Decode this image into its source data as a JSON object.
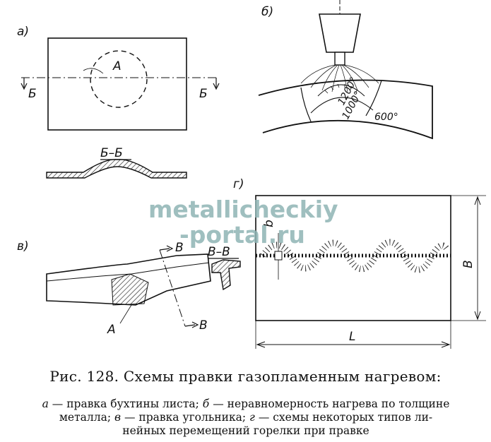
{
  "panels": {
    "a": {
      "label": "а)",
      "zone": "А",
      "cut_left": "Б",
      "cut_right": "Б",
      "section_title": "Б–Б"
    },
    "b": {
      "label": "б)",
      "temps": [
        "1200°",
        "1000°",
        "600°"
      ]
    },
    "v": {
      "label": "в)",
      "zone": "А",
      "cut_top": "В",
      "cut_bottom": "В",
      "section_title": "В–В"
    },
    "g": {
      "label": "г)",
      "dim_b_small": "b",
      "dim_b_big": "В",
      "dim_l": "L"
    }
  },
  "watermark": {
    "line1": "metallicheckiy",
    "line2": "-portal.ru"
  },
  "caption": "Рис. 128. Схемы правки газопламенным нагревом:",
  "legend": {
    "line1_letter": "а",
    "line1_text": " — правка бухтины листа; ",
    "line1_letter2": "б",
    "line1_text2": " — неравномерность нагрева по толщине",
    "line2_text": "металла; ",
    "line2_letter": "в",
    "line2_text2": " — правка угольника; ",
    "line2_letter2": "г",
    "line2_text3": " — схемы некоторых типов ли-",
    "line3_text": "нейных перемещений горелки при правке"
  }
}
